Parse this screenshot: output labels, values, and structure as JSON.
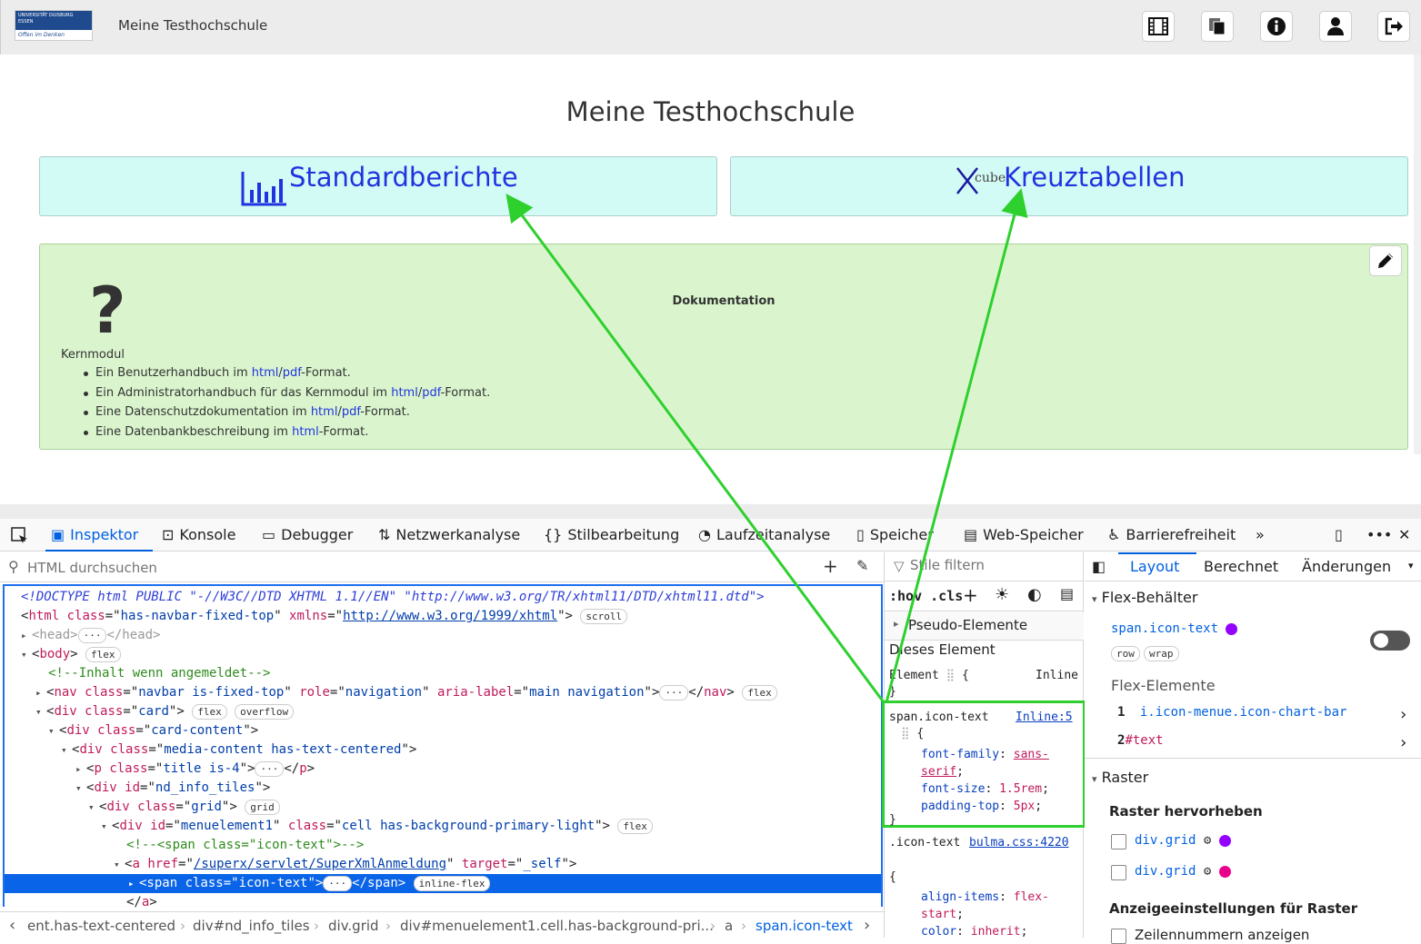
{
  "navbar": {
    "logo_top": "UNIVERSITÄT DUISBURG ESSEN",
    "logo_sub": "Offen im Denken",
    "title": "Meine Testhochschule"
  },
  "main": {
    "title": "Meine Testhochschule",
    "tiles": [
      {
        "label": "Standardberichte"
      },
      {
        "label": "Kreuztabellen",
        "icon_text": "cube"
      }
    ],
    "doc": {
      "title": "Dokumentation",
      "module": "Kernmodul",
      "items": [
        {
          "pre": "Ein Benutzerhandbuch im ",
          "links": [
            "html",
            "pdf"
          ],
          "post": "-Format."
        },
        {
          "pre": "Ein Administratorhandbuch für das Kernmodul im ",
          "links": [
            "html",
            "pdf"
          ],
          "post": "-Format."
        },
        {
          "pre": "Eine Datenschutzdokumentation im ",
          "links": [
            "html",
            "pdf"
          ],
          "post": "-Format."
        },
        {
          "pre": "Eine Datenbankbeschreibung im ",
          "links": [
            "html"
          ],
          "post": "-Format."
        }
      ]
    }
  },
  "devtools": {
    "tabs": [
      "Inspektor",
      "Konsole",
      "Debugger",
      "Netzwerkanalyse",
      "Stilbearbeitung",
      "Laufzeitanalyse",
      "Speicher",
      "Web-Speicher",
      "Barrierefreiheit"
    ],
    "search_placeholder": "HTML durchsuchen",
    "code": {
      "doctype": "<!DOCTYPE html PUBLIC \"-//W3C//DTD XHTML 1.1//EN\" \"http://www.w3.org/TR/xhtml11/DTD/xhtml11.dtd\">",
      "html_class": "has-navbar-fixed-top",
      "html_xmlns": "http://www.w3.org/1999/xhtml",
      "comment1": "<!--Inhalt wenn angemeldet-->",
      "nav_class": "navbar is-fixed-top",
      "nav_role": "navigation",
      "nav_aria": "main navigation",
      "card_class": "card",
      "card_content_class": "card-content",
      "media_class": "media-content has-text-centered",
      "p_class": "title is-4",
      "tiles_id": "nd_info_tiles",
      "grid_class": "grid",
      "menu_id": "menuelement1",
      "menu_class": "cell has-background-primary-light",
      "comment2": "<!--<span class=\"icon-text\">-->",
      "a_href": "/superx/servlet/SuperXmlAnmeldung",
      "a_target": "_self",
      "span_class": "icon-text"
    },
    "badges": {
      "scroll": "scroll",
      "flex": "flex",
      "overflow": "overflow",
      "grid": "grid",
      "inline_flex": "inline-flex"
    },
    "breadcrumbs": [
      "ent.has-text-centered",
      "div#nd_info_tiles",
      "div.grid",
      "div#menuelement1.cell.has-background-pri...",
      "a",
      "span.icon-text"
    ],
    "rules": {
      "filter_placeholder": "Stile filtern",
      "hov_cls": ":hov .cls",
      "pseudo": "Pseudo-Elemente",
      "this_element": "Dieses Element",
      "element_rule": "Element",
      "inline": "Inline",
      "selector": "span.icon-text",
      "source": "Inline:5",
      "decls": [
        {
          "prop": "font-family",
          "val": "sans-serif"
        },
        {
          "prop": "font-size",
          "val": "1.5rem"
        },
        {
          "prop": "padding-top",
          "val": "5px"
        }
      ],
      "selector2": ".icon-text",
      "source2": "bulma.css:4220",
      "decls2": [
        {
          "prop": "align-items",
          "val": "flex-start"
        },
        {
          "prop": "color",
          "val": "inherit"
        }
      ]
    },
    "layout": {
      "tabs": [
        "Layout",
        "Berechnet",
        "Änderungen"
      ],
      "flex_container": "Flex-Behälter",
      "flex_selector": "span.icon-text",
      "flex_tags": [
        "row",
        "wrap"
      ],
      "flex_items_label": "Flex-Elemente",
      "flex_items": [
        {
          "num": "1",
          "name": "i.icon-menue.icon-chart-bar"
        },
        {
          "num": "2",
          "name": "#text"
        }
      ],
      "grid_section": "Raster",
      "grid_highlight": "Raster hervorheben",
      "grids": [
        {
          "name": "div.grid",
          "color": "#9400ff"
        },
        {
          "name": "div.grid",
          "color": "#e8008a"
        }
      ],
      "display_settings": "Anzeigeeinstellungen für Raster",
      "line_numbers": "Zeilennummern anzeigen"
    }
  },
  "colors": {
    "link": "#2033e0",
    "accent_green": "#2ed02e",
    "devtools_blue": "#0060df"
  }
}
